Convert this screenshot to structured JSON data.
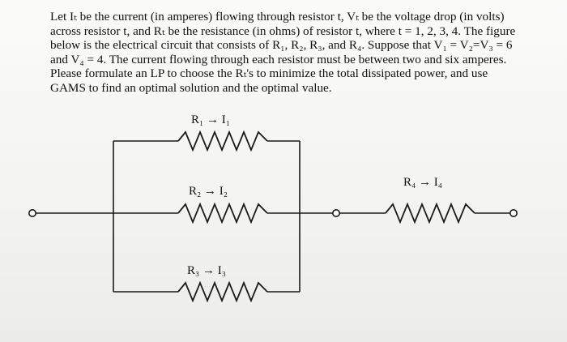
{
  "problem": {
    "line1": "Let Iₜ be the current (in amperes) flowing through resistor t, Vₜ be the voltage drop (in volts)",
    "line2": "across resistor t, and Rₜ be the resistance (in ohms) of resistor t, where t = 1, 2, 3, 4. The figure",
    "line3": "below is the electrical circuit that consists of R₁, R₂, R₃, and R₄. Suppose that V₁ = V₂=V₃ = 6",
    "line4": "and V₄ = 4. The current flowing through each resistor must be between two and six amperes.",
    "line5": "Please formulate an LP to choose the Rₜ's to minimize the total dissipated power, and use",
    "line6": "GAMS to find an optimal solution and the optimal value."
  },
  "circuit": {
    "r1_label": "R₁ → I₁",
    "r2_label": "R₂ → I₂",
    "r3_label": "R₃ → I₃",
    "r4_label": "R₄ → I₄"
  }
}
